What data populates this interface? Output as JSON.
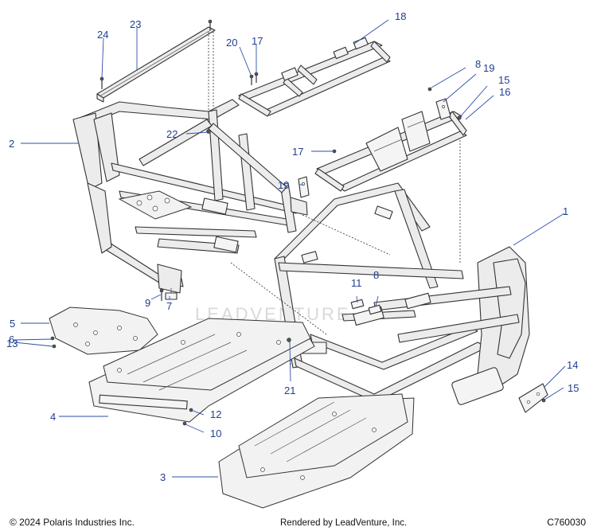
{
  "diagram_code": "C760030",
  "footer": {
    "copyright": "© 2024 Polaris Industries Inc.",
    "rendered_by": "Rendered by LeadVenture, Inc."
  },
  "watermark": "LEADVENTURE",
  "callouts": [
    "1",
    "2",
    "3",
    "4",
    "5",
    "6",
    "7",
    "8",
    "9",
    "10",
    "11",
    "12",
    "13",
    "14",
    "15",
    "16",
    "17",
    "18",
    "19",
    "20",
    "21",
    "22",
    "23",
    "24"
  ],
  "callout_instances": {
    "c1": "1",
    "c2": "2",
    "c3": "3",
    "c4": "4",
    "c5": "5",
    "c6": "6",
    "c7": "7",
    "c8a": "8",
    "c8b": "8",
    "c9": "9",
    "c10": "10",
    "c11": "11",
    "c12": "12",
    "c13": "13",
    "c14": "14",
    "c15a": "15",
    "c15b": "15",
    "c16": "16",
    "c17a": "17",
    "c17b": "17",
    "c18": "18",
    "c19a": "19",
    "c19b": "19",
    "c20": "20",
    "c21": "21",
    "c22": "22",
    "c23": "23",
    "c24": "24"
  },
  "colors": {
    "callout": "#1f3f8f",
    "leader": "#2d4fa8",
    "line": "#333333"
  }
}
